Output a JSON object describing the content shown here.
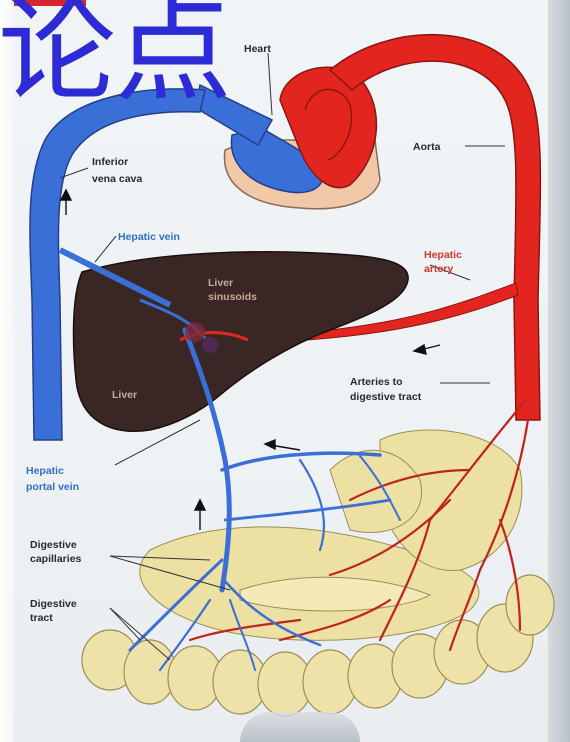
{
  "heading": {
    "chars": "论点"
  },
  "labels": {
    "heart": "Heart",
    "aorta": "Aorta",
    "inferior_vena_cava_1": "Inferior",
    "inferior_vena_cava_2": "vena cava",
    "hepatic_vein": "Hepatic vein",
    "hepatic_artery_1": "Hepatic",
    "hepatic_artery_2": "artery",
    "liver_sinusoids_1": "Liver",
    "liver_sinusoids_2": "sinusoids",
    "liver": "Liver",
    "arteries_1": "Arteries to",
    "arteries_2": "digestive tract",
    "portal_vein_1": "Hepatic",
    "portal_vein_2": "portal vein",
    "digestive_capillaries_1": "Digestive",
    "digestive_capillaries_2": "capillaries",
    "digestive_tract_1": "Digestive",
    "digestive_tract_2": "tract"
  },
  "colors": {
    "vein": "#3b6fd8",
    "artery": "#e2261f",
    "liver": "#3a2624",
    "intestine": "#efe2a8",
    "heart_base": "#f1c9a9"
  }
}
